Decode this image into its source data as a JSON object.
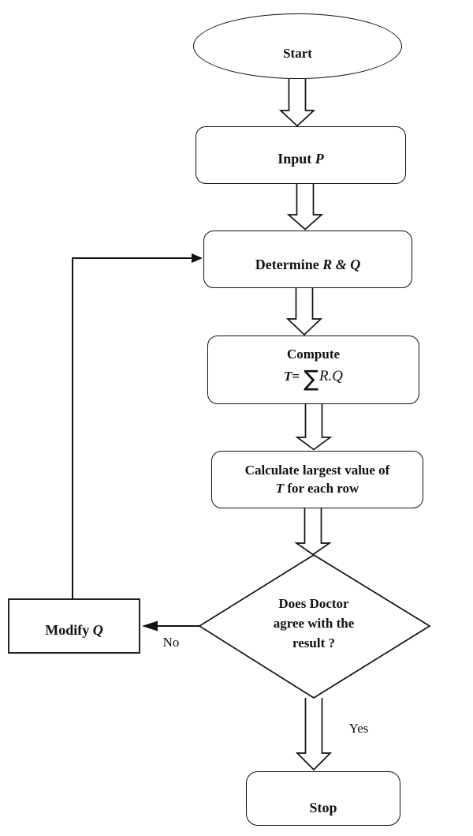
{
  "colors": {
    "line": "#111111",
    "background": "#ffffff",
    "text": "#111111"
  },
  "nodes": {
    "start": {
      "label": "Start"
    },
    "input": {
      "text": "Input",
      "var": "P"
    },
    "determine": {
      "text": "Determine",
      "var": "R & Q"
    },
    "compute": {
      "title": "Compute",
      "formula": {
        "t": "T",
        "eq": "=",
        "sigma": "∑",
        "rq": "R.Q"
      }
    },
    "calculate": {
      "line1": "Calculate largest value of",
      "line2_var": "T",
      "line2_rest": " for each row"
    },
    "decision": {
      "label": "Does Doctor\nagree with the\nresult ?"
    },
    "modify": {
      "text": "Modify",
      "var": "Q"
    },
    "stop": {
      "label": "Stop"
    }
  },
  "edge_labels": {
    "no": "No",
    "yes": "Yes"
  }
}
